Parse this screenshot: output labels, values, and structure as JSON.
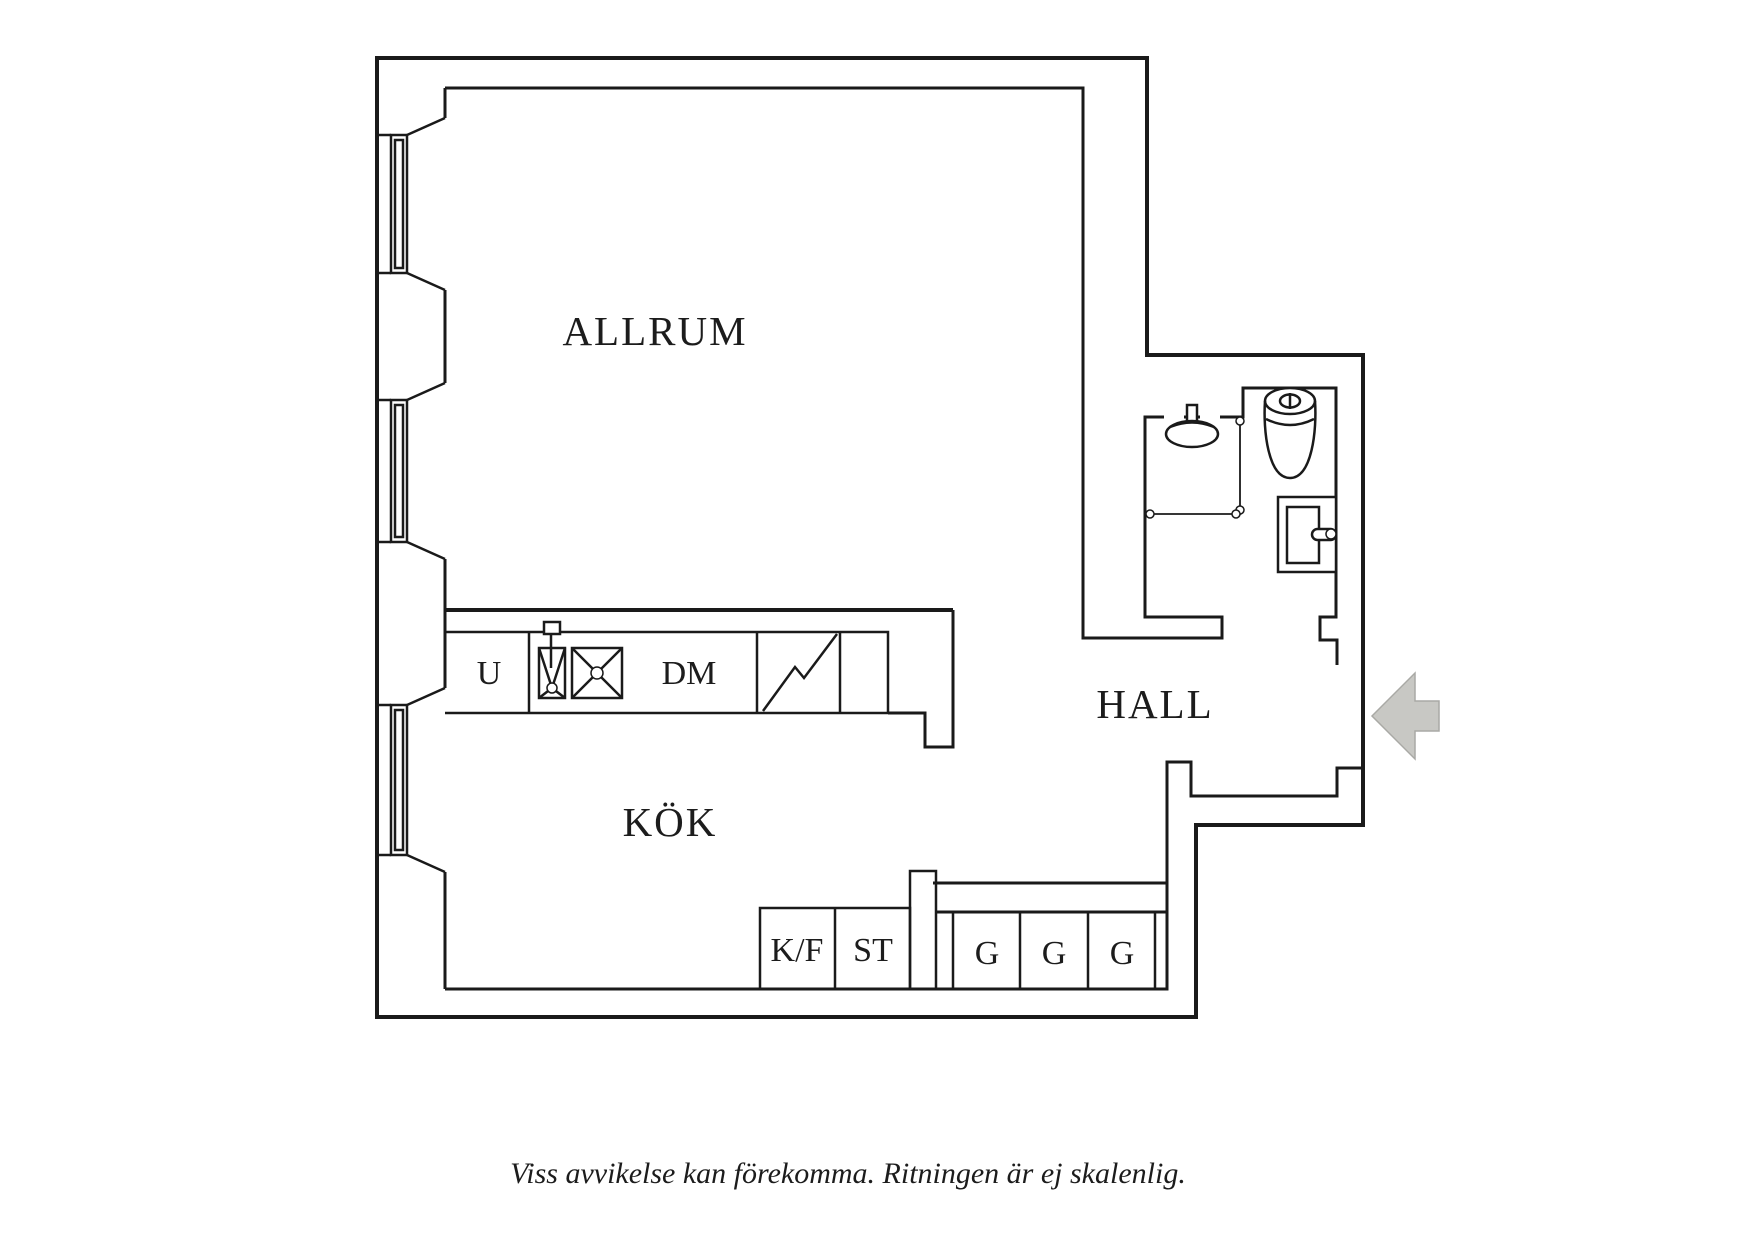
{
  "page": {
    "background": "#ffffff",
    "line_color": "#1a1a1a",
    "arrow_color": "#c8c8c4",
    "arrow_edge_color": "#a9a9a5"
  },
  "rooms": {
    "allrum": "ALLRUM",
    "kok": "KÖK",
    "hall": "HALL"
  },
  "kitchen": {
    "counter": {
      "u_label": "U",
      "dm_label": "DM"
    },
    "appliances": {
      "kf_label": "K/F",
      "st_label": "ST"
    },
    "cabinets": [
      {
        "label": "G"
      },
      {
        "label": "G"
      },
      {
        "label": "G"
      }
    ]
  },
  "icons": {
    "entry_arrow": "entry-arrow-icon",
    "shower": "shower-icon",
    "toilet": "toilet-icon",
    "washbasin": "washbasin-icon",
    "kitchen_sink_single": "kitchen-sink-small-icon",
    "kitchen_sink_double": "kitchen-sink-large-icon",
    "stove": "stove-zigzag-icon",
    "window": "window-icon"
  },
  "caption": "Viss avvikelse kan förekomma. Ritningen är ej skalenlig."
}
